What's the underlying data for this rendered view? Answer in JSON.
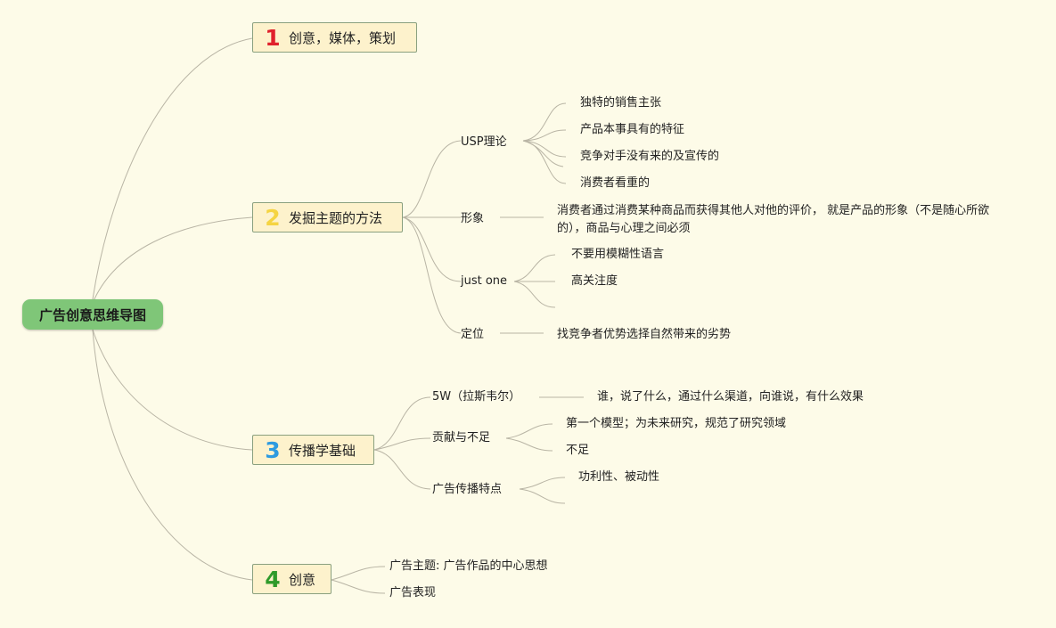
{
  "root": "广告创意思维导图",
  "branches": [
    {
      "number": "1",
      "label": "创意，媒体，策划",
      "color": "#e0212c"
    },
    {
      "number": "2",
      "label": "发掘主题的方法",
      "color": "#f5d442",
      "children": [
        {
          "label": "USP理论",
          "items": [
            "独特的销售主张",
            "产品本事具有的特征",
            "竞争对手没有来的及宣传的",
            "消费者看重的"
          ]
        },
        {
          "label": "形象",
          "items": [
            "消费者通过消费某种商品而获得其他人对他的评价， 就是产品的形象（不是随心所欲的），商品与心理之间必须"
          ]
        },
        {
          "label": "just one",
          "items": [
            "不要用模糊性语言",
            "高关注度"
          ]
        },
        {
          "label": "定位",
          "items": [
            "找竞争者优势选择自然带来的劣势"
          ]
        }
      ]
    },
    {
      "number": "3",
      "label": "传播学基础",
      "color": "#2e9be0",
      "children": [
        {
          "label": "5W（拉斯韦尔）",
          "items": [
            "谁，说了什么，通过什么渠道，向谁说，有什么效果"
          ]
        },
        {
          "label": "贡献与不足",
          "items": [
            "第一个模型；为未来研究，规范了研究领域",
            "不足"
          ]
        },
        {
          "label": "广告传播特点",
          "items": [
            "功利性、被动性"
          ]
        }
      ]
    },
    {
      "number": "4",
      "label": "创意",
      "color": "#2f9a2a",
      "children": [
        {
          "label": "广告主题: 广告作品的中心思想"
        },
        {
          "label": "广告表现"
        }
      ]
    }
  ]
}
